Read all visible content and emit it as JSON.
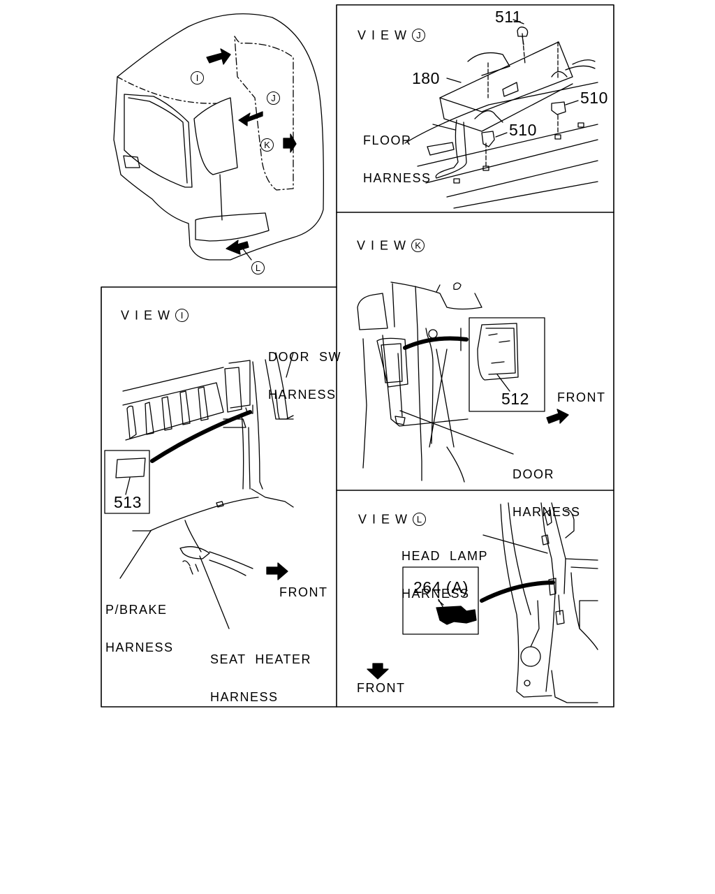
{
  "views": {
    "view_prefix": "V I E W",
    "i": {
      "letter": "I"
    },
    "j": {
      "letter": "J"
    },
    "k": {
      "letter": "K"
    },
    "l": {
      "letter": "L"
    }
  },
  "overview": {
    "markers": [
      "I",
      "J",
      "K",
      "L"
    ]
  },
  "view_j": {
    "part_511": "511",
    "part_180": "180",
    "part_510_a": "510",
    "part_510_b": "510",
    "floor_harness": [
      "FLOOR",
      "HARNESS"
    ]
  },
  "view_k": {
    "part_512": "512",
    "front": "FRONT",
    "door_harness": [
      "DOOR",
      "HARNESS"
    ]
  },
  "view_i": {
    "door_sw_harness": [
      "DOOR  SW",
      "HARNESS"
    ],
    "part_513": "513",
    "pbrake_harness": [
      "P/BRAKE",
      "HARNESS"
    ],
    "front": "FRONT",
    "seat_heater_harness": [
      "SEAT  HEATER",
      "HARNESS"
    ]
  },
  "view_l": {
    "head_lamp_harness": [
      "HEAD  LAMP",
      "HARNESS"
    ],
    "part_264": "264 (A)",
    "front": "FRONT"
  }
}
